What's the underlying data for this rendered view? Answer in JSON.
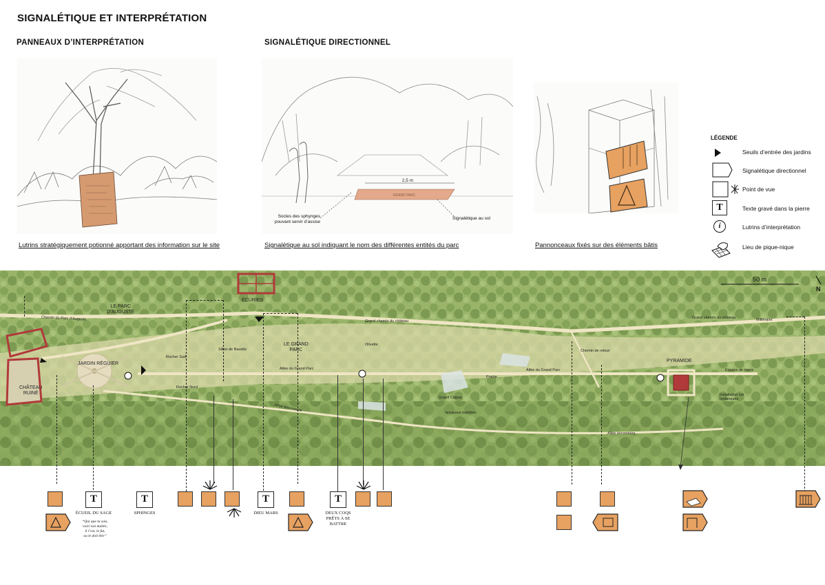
{
  "page_title": "SIGNALÉTIQUE ET INTERPRÉTATION",
  "sections": {
    "panneaux": "PANNEAUX D’INTERPRÉTATION",
    "directionnel": "SIGNALÉTIQUE DIRECTIONNEL"
  },
  "captions": {
    "lutrins": "Lutrins stratégiquement potionné apportant des information sur le site",
    "sol": "Signalétique au sol indiquant le nom des différentes entités du parc",
    "pannonceaux": "Pannonceaux fixés sur des éléments bâtis"
  },
  "sketch_labels": {
    "socles": "Socles des sphynges\npouvant servir d’assise",
    "signaletique_sol": "Signalétique au sol",
    "width": "2,5 m",
    "ground_text": "GRAND PARC"
  },
  "legend": {
    "title": "LÉGENDE",
    "items": [
      {
        "icon": "entry-threshold-icon",
        "label": "Seuils d’entrée des jardins"
      },
      {
        "icon": "directional-sign-icon",
        "label": "Signalétique directionnel"
      },
      {
        "icon": "viewpoint-icon",
        "label": "Point de vue"
      },
      {
        "icon": "engraved-text-icon",
        "label": "Texte gravé dans la pierre"
      },
      {
        "icon": "interpretation-lectern-icon",
        "label": "Lutrins d’interprétation"
      },
      {
        "icon": "picnic-icon",
        "label": "Lieu de pique-nique"
      }
    ]
  },
  "map": {
    "scale": "50 m",
    "north": "N",
    "labels": {
      "parc_auguste": "LE PARC\nD’AUGUSTE",
      "ecuries": "ÉCURIES",
      "chemin_auguste": "Chemin du Parc d’Auguste",
      "grand_chemin": "Grand chemin du château",
      "grand_chemin_2": "Grand chemin du château",
      "millenaire": "Millénaire",
      "jardin_reguier": "JARDIN RÉGUIER",
      "chateau_ruine": "CHÂTEAU\nRUINÉ",
      "grand_parc": "LE GRAND\nPARC",
      "olivette": "Olivette",
      "pyramide": "PYRAMIDE",
      "rocher_sud": "Rocher Sud",
      "rocher_nord": "Rocher Nord",
      "sillon_bauxite": "Sillon de Bauxite",
      "allee_grand_parc": "Allée du Grand Parc",
      "allee_grand_parc_2": "Allée du Grand Parc",
      "prairie": "Prairie",
      "chemin_retour": "Chemin de retour",
      "espace_repos": "Espace de repos",
      "grand_clapas": "Grand Clapas",
      "terrasses": "terrasses oubliées",
      "allee_secondaire": "Allée secondaire",
      "allee_secondaire_2": "Allée secondaire",
      "installation_restanques": "Installation sur\nrestanques"
    }
  },
  "poi": {
    "ecueil": "ÉCUEIL DU SAGE",
    "ecueil_quote": "“Qui que tu sois,\nvoici ton maître,\nil l’est, le fut,\nou le doit être”",
    "sphinges": "SPHINGES",
    "dieu_mars": "DIEU MARS",
    "deux_coqs": "DEUX COQS\nPRÊTS À SE\nBATTRE",
    "t_glyph": "T",
    "info_glyph": "i"
  },
  "colors": {
    "sign_orange": "#e7a160",
    "map_green": "#9ab56a",
    "map_path": "#efe6c4",
    "building": "#b03a3a"
  }
}
